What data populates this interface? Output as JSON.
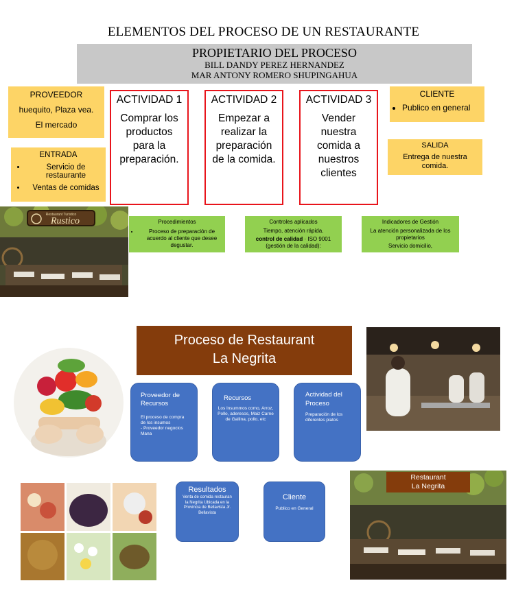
{
  "top": {
    "title": "ELEMENTOS DEL PROCESO DE UN RESTAURANTE",
    "owner_heading": "PROPIETARIO DEL PROCESO",
    "owner_names": [
      "BILL DANDY PEREZ HERNANDEZ",
      "MAR ANTONY ROMERO SHUPINGAHUA"
    ]
  },
  "proveedor": {
    "heading": "PROVEEDOR",
    "lines": [
      "huequito, Plaza vea.",
      "El mercado"
    ]
  },
  "entrada": {
    "heading": "ENTRADA",
    "items": [
      "Servicio de restaurante",
      "Ventas de comidas"
    ]
  },
  "actividades": [
    {
      "title": "ACTIVIDAD 1",
      "text": "Comprar los productos para la preparación."
    },
    {
      "title": "ACTIVIDAD 2",
      "text": "Empezar a realizar la preparación de la comida."
    },
    {
      "title": "ACTIVIDAD 3",
      "text": "Vender nuestra comida a nuestros clientes"
    }
  ],
  "cliente": {
    "heading": "CLIENTE",
    "items": [
      "Publico en general"
    ]
  },
  "salida": {
    "heading": "SALIDA",
    "text": "Entrega de nuestra comida."
  },
  "procedimientos": {
    "heading": "Procedimientos",
    "items": [
      "Proceso de preparación de acuerdo al cliente que desee degustar."
    ]
  },
  "controles": {
    "heading": "Controles aplicados",
    "line1": "Tiempo, atención rápida.",
    "line2_bold": "control de calidad",
    "line2_rest": " · ISO 9001",
    "line3": "(gestión de la calidad):"
  },
  "indicadores": {
    "heading": "Indicadores de Gestión",
    "line1": "La atención personalizada de los propietarios",
    "line2": "Servicio  domicilio,"
  },
  "photo_sign": "Rustico",
  "photo_sign_small": "Restaurant Turistico",
  "bottom": {
    "title_line1": "Proceso de Restaurant",
    "title_line2": "La Negrita",
    "proveedor_recursos": {
      "heading": "Proveedor de Recursos",
      "text": "El proceso de compra de los insumos\n- Proveedor negocios Mana"
    },
    "recursos": {
      "heading": "Recursos",
      "text": "Los Insummos como, Arroz, Pollo, aderesos, Maiz Carne de Gallina, pollo, etc"
    },
    "actividad_proceso": {
      "heading": "Actividad del Proceso",
      "text": "Preparación de los diferentes platos"
    },
    "resultados": {
      "heading": "Resultados",
      "text": "Venta de comida restauran la Negrita Ubicada en la Provincia de Bellavista Jr. Bellavista"
    },
    "cliente": {
      "heading": "Cliente",
      "text": "Publico en General"
    },
    "restaurant_label_line1": "Restaurant",
    "restaurant_label_line2": "La Negrita"
  },
  "colors": {
    "yellow": "#fdd466",
    "green": "#92d050",
    "red_border": "#e8141b",
    "gray_band": "#c8c8c8",
    "blue_box": "#4472c4",
    "brown_box": "#843c0c"
  }
}
